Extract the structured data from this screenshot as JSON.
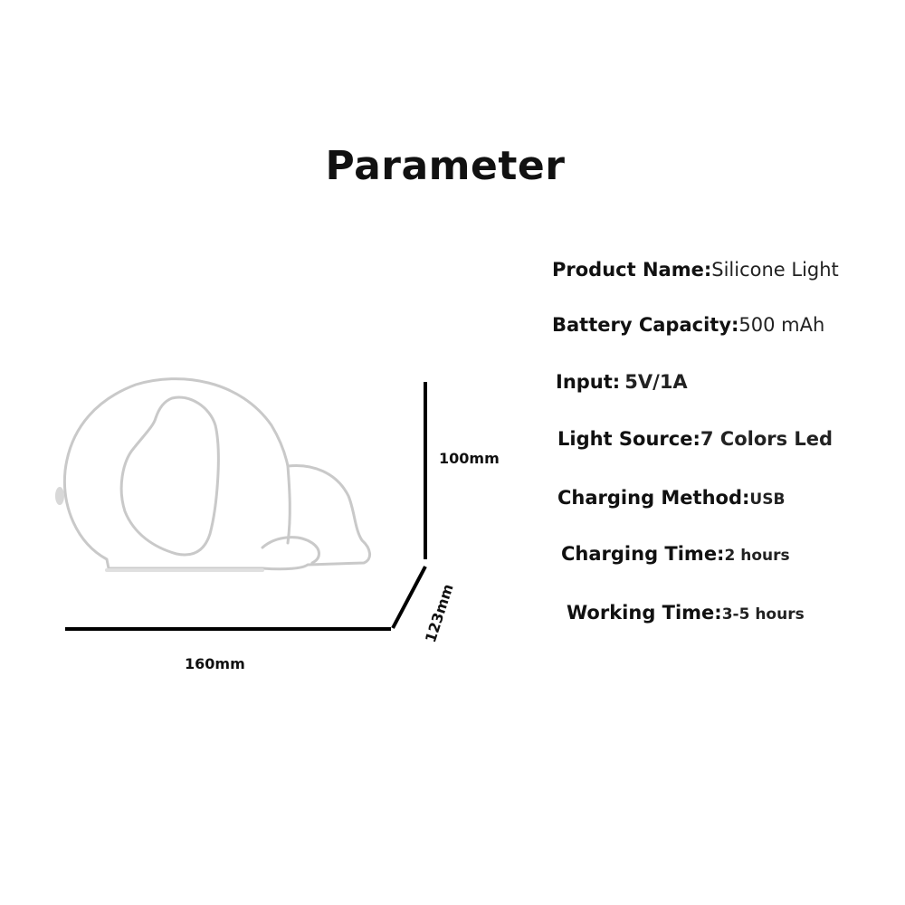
{
  "title": "Parameter",
  "specs": [
    {
      "label": "Product Name:",
      "value": "Silicone Light"
    },
    {
      "label": "Battery Capacity:",
      "value": "500 mAh"
    },
    {
      "label": "Input:",
      "value": "5V/1A"
    },
    {
      "label": "Light Source:",
      "value": "7 Colors Led"
    },
    {
      "label": "Charging Method:",
      "value": "USB"
    },
    {
      "label": "Charging Time:",
      "value": "2 hours"
    },
    {
      "label": "Working Time:",
      "value": "3-5 hours"
    }
  ],
  "dimensions": {
    "width": "160mm",
    "height": "100mm",
    "depth": "123mm"
  }
}
